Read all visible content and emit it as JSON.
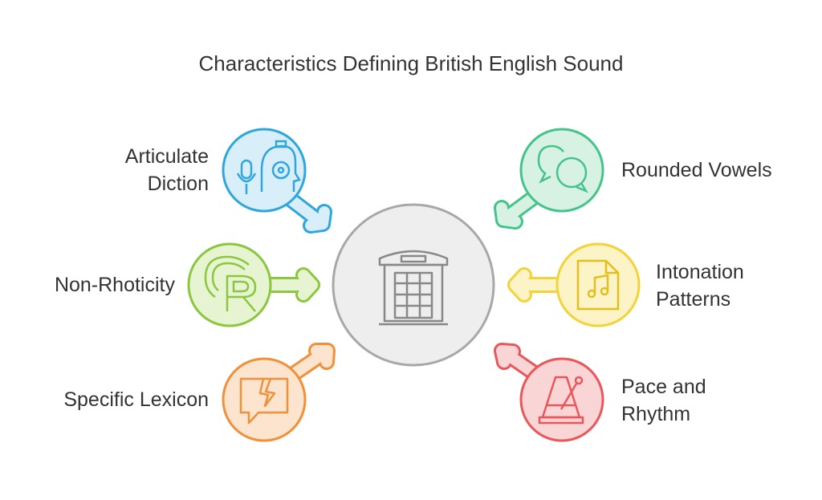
{
  "title": "Characteristics Defining British English Sound",
  "center": {
    "icon": "phone-booth-icon"
  },
  "items": [
    {
      "label_lines": [
        "Articulate",
        "Diction"
      ],
      "color": "#2fa6dc",
      "icon": "microphone-headset-icon"
    },
    {
      "label_lines": [
        "Rounded Vowels"
      ],
      "color": "#44c48a",
      "icon": "speech-bubbles-icon"
    },
    {
      "label_lines": [
        "Non-Rhoticity"
      ],
      "color": "#8dc63f",
      "icon": "registered-r-icon"
    },
    {
      "label_lines": [
        "Intonation",
        "Patterns"
      ],
      "color": "#f2d43a",
      "icon": "music-file-icon"
    },
    {
      "label_lines": [
        "Specific Lexicon"
      ],
      "color": "#f0913a",
      "icon": "broken-speech-icon"
    },
    {
      "label_lines": [
        "Pace and",
        "Rhythm"
      ],
      "color": "#e9575a",
      "icon": "metronome-icon"
    }
  ]
}
